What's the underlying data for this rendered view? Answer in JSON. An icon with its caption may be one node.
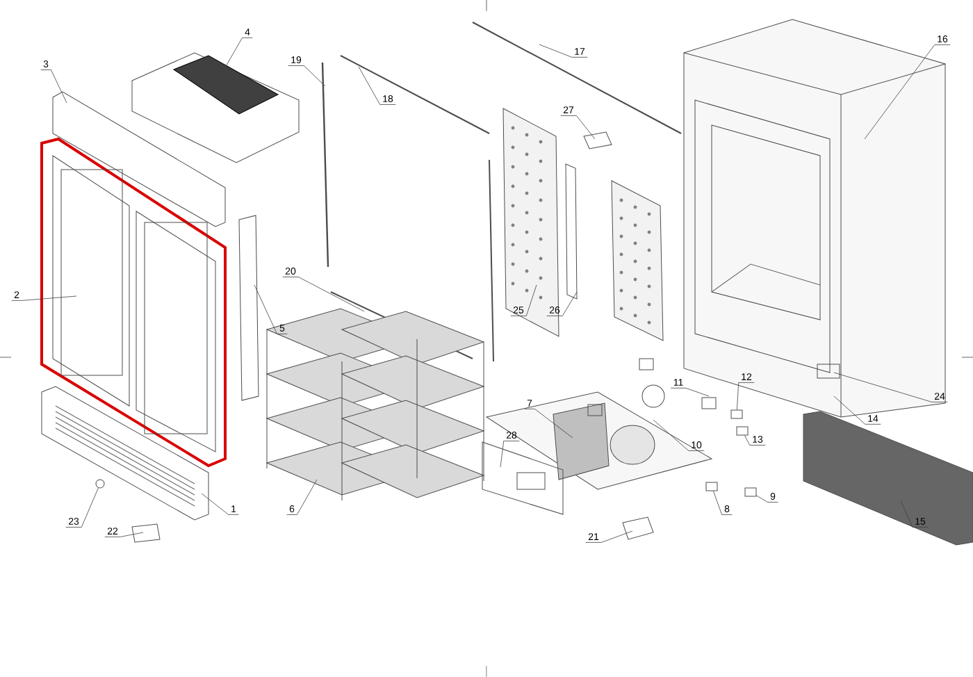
{
  "diagram": {
    "nodes": [
      {
        "text": [
          "1"
        ]
      },
      {
        "text": [
          "2"
        ]
      },
      {
        "text": [
          "3"
        ]
      },
      {
        "text": [
          "4"
        ]
      },
      {
        "text": [
          "5"
        ]
      },
      {
        "text": [
          "6"
        ]
      },
      {
        "text": [
          "7"
        ]
      },
      {
        "text": [
          "8"
        ]
      },
      {
        "text": [
          "9"
        ]
      },
      {
        "text": [
          "10"
        ]
      },
      {
        "text": [
          "11"
        ]
      },
      {
        "text": [
          "12"
        ]
      },
      {
        "text": [
          "13"
        ]
      },
      {
        "text": [
          "14"
        ]
      },
      {
        "text": [
          "15"
        ]
      },
      {
        "text": [
          "16"
        ]
      },
      {
        "text": [
          "17"
        ]
      },
      {
        "text": [
          "18"
        ]
      },
      {
        "text": [
          "19"
        ]
      },
      {
        "text": [
          "20"
        ]
      },
      {
        "text": [
          "21"
        ]
      },
      {
        "text": [
          "22"
        ]
      },
      {
        "text": [
          "23"
        ]
      },
      {
        "text": [
          "24"
        ]
      },
      {
        "text": [
          "25"
        ]
      },
      {
        "text": [
          "26"
        ]
      },
      {
        "text": [
          "27"
        ]
      },
      {
        "text": [
          "28"
        ]
      },
      {
        "text": [],
        "shape": "box"
      },
      {
        "text": [],
        "shape": "box"
      },
      {
        "text": [],
        "shape": "box"
      },
      {
        "text": [],
        "shape": "box"
      },
      {
        "text": [],
        "shape": "circle"
      }
    ],
    "edges": [
      {
        "from": 0,
        "to": null,
        "arrow": "none"
      },
      {
        "from": 1,
        "to": null,
        "arrow": "none"
      },
      {
        "from": 2,
        "to": null,
        "arrow": "none"
      },
      {
        "from": 3,
        "to": null,
        "arrow": "none"
      },
      {
        "from": 4,
        "to": null,
        "arrow": "none"
      },
      {
        "from": 5,
        "to": null,
        "arrow": "none"
      },
      {
        "from": 6,
        "to": null,
        "arrow": "none"
      },
      {
        "from": 7,
        "to": 28,
        "arrow": "none"
      },
      {
        "from": 8,
        "to": 29,
        "arrow": "none"
      },
      {
        "from": 9,
        "to": null,
        "arrow": "none"
      },
      {
        "from": 10,
        "to": null,
        "arrow": "none"
      },
      {
        "from": 11,
        "to": 30,
        "arrow": "none"
      },
      {
        "from": 12,
        "to": 31,
        "arrow": "none"
      },
      {
        "from": 13,
        "to": null,
        "arrow": "none"
      },
      {
        "from": 14,
        "to": null,
        "arrow": "none"
      },
      {
        "from": 15,
        "to": null,
        "arrow": "none"
      },
      {
        "from": 16,
        "to": null,
        "arrow": "none"
      },
      {
        "from": 17,
        "to": null,
        "arrow": "none"
      },
      {
        "from": 18,
        "to": null,
        "arrow": "none"
      },
      {
        "from": 19,
        "to": null,
        "arrow": "none"
      },
      {
        "from": 20,
        "to": null,
        "arrow": "none"
      },
      {
        "from": 21,
        "to": null,
        "arrow": "none"
      },
      {
        "from": 22,
        "to": 32,
        "arrow": "none"
      },
      {
        "from": 23,
        "to": null,
        "arrow": "none"
      },
      {
        "from": 24,
        "to": null,
        "arrow": "none"
      },
      {
        "from": 25,
        "to": null,
        "arrow": "none"
      },
      {
        "from": 26,
        "to": null,
        "arrow": "none"
      },
      {
        "from": 27,
        "to": null,
        "arrow": "none"
      }
    ]
  }
}
